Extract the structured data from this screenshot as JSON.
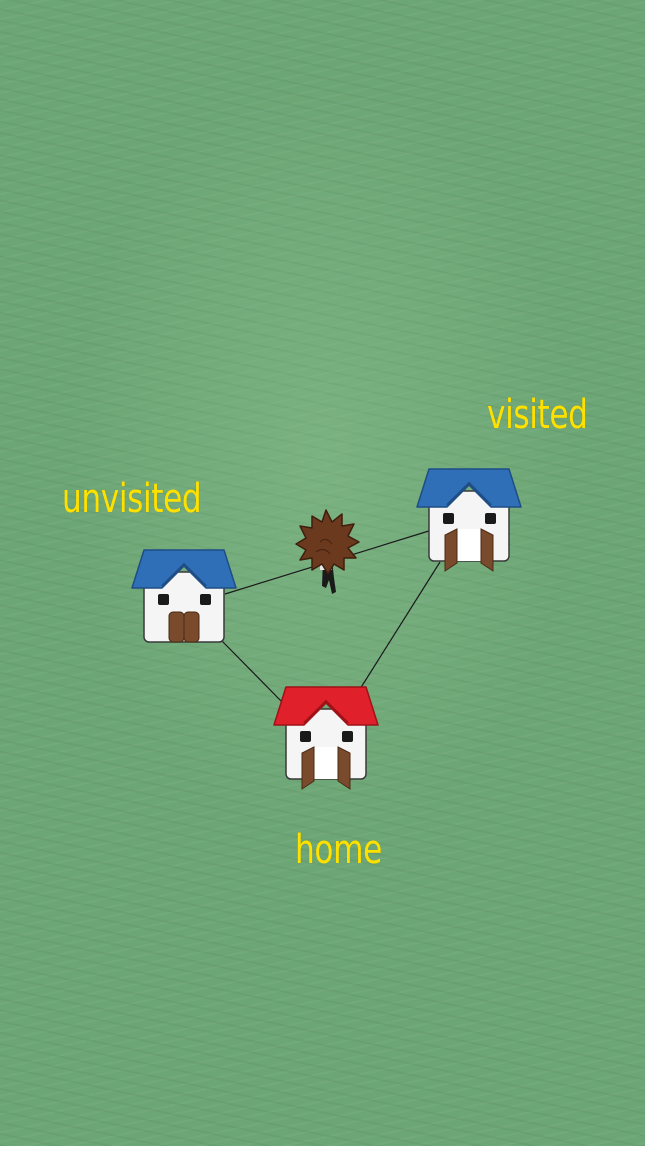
{
  "labels": {
    "unvisited": "unvisited",
    "visited": "visited",
    "home": "home"
  },
  "colors": {
    "grass": "#6da676",
    "label": "#ffe100",
    "roof_blue": "#2f6fb7",
    "roof_red": "#e0202a",
    "wall": "#f5f5f5",
    "door": "#7a4a2c",
    "path": "#1a1a1a"
  },
  "houses": [
    {
      "id": "unvisited",
      "roof": "blue",
      "doors": "closed"
    },
    {
      "id": "visited",
      "roof": "blue",
      "doors": "open"
    },
    {
      "id": "home",
      "roof": "red",
      "doors": "open"
    }
  ],
  "player": {
    "icon": "spiky-hair-character-icon"
  }
}
